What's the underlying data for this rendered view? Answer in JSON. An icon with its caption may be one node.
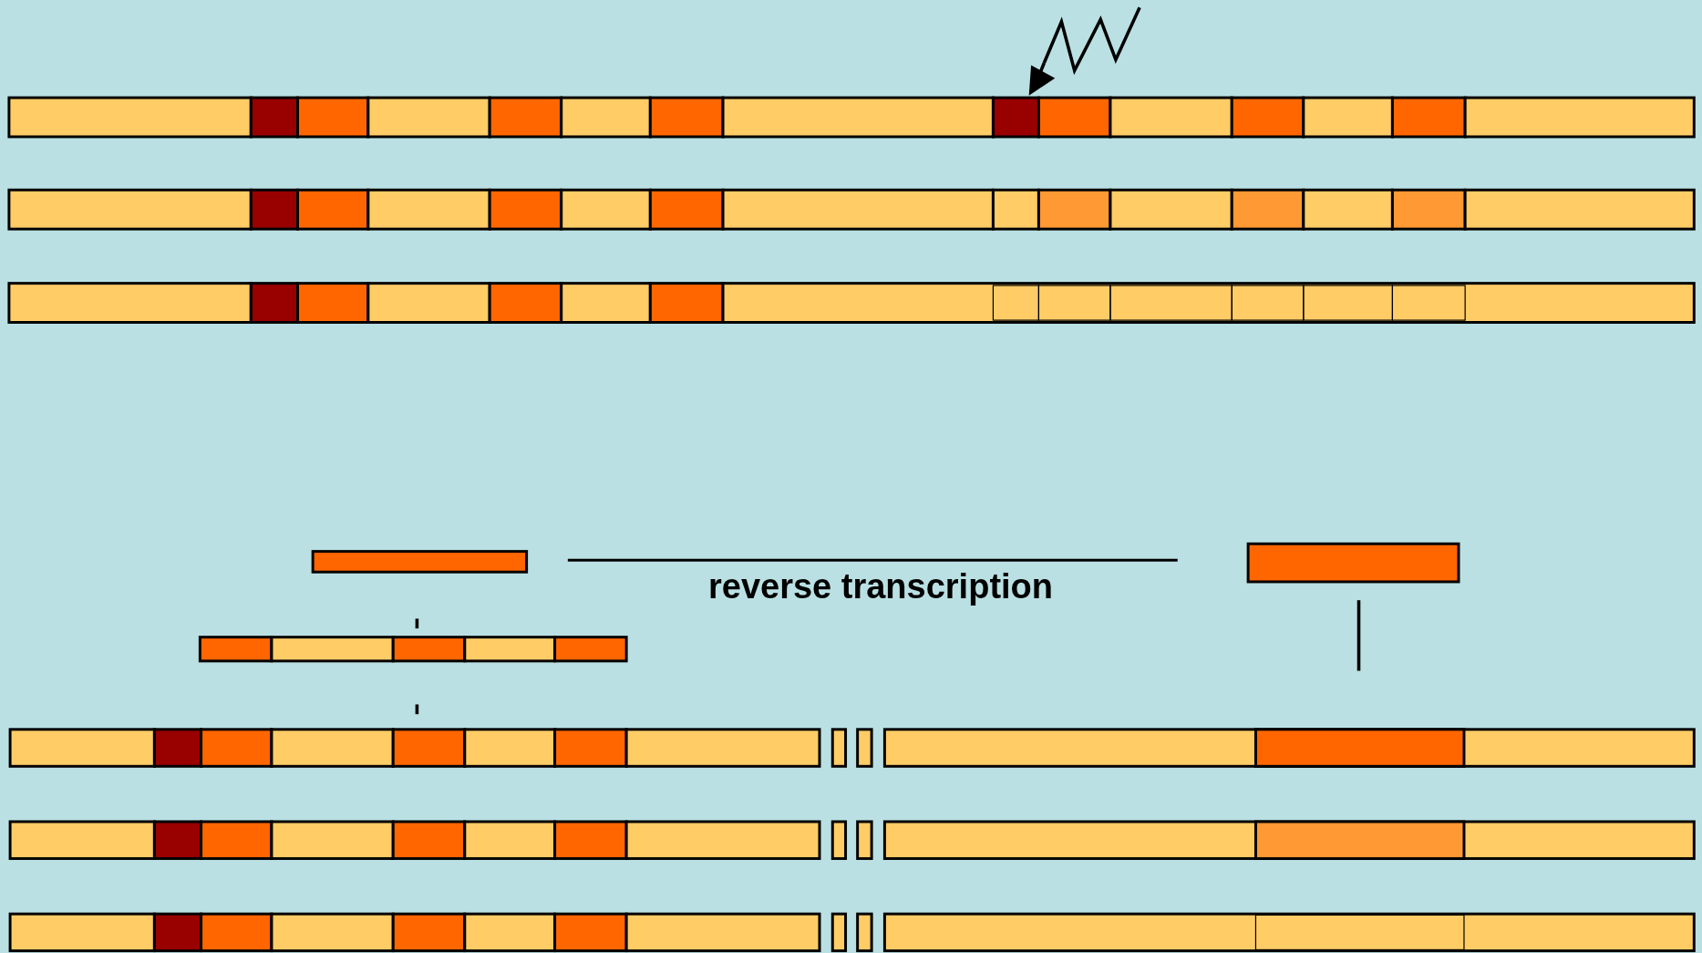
{
  "diagram": {
    "nodes": [
      {
        "text": [],
        "shape": "bar"
      },
      {
        "text": [],
        "shape": "bar"
      }
    ],
    "labels": [
      "reverse transcription"
    ]
  }
}
